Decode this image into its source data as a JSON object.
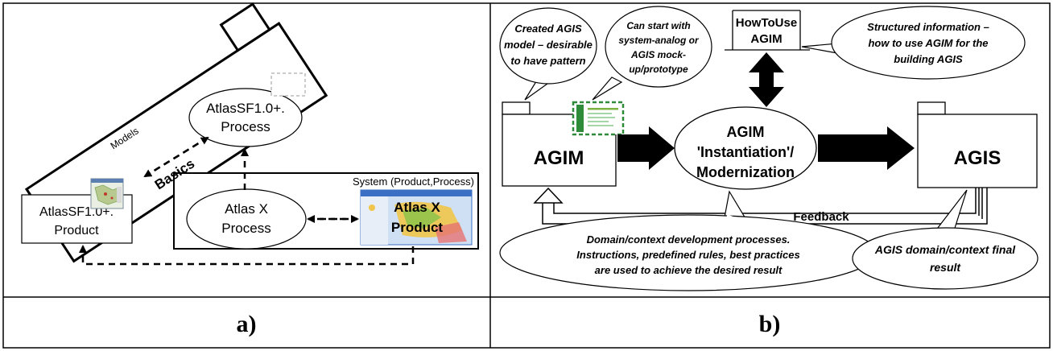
{
  "figure": {
    "caption_a": "a)",
    "caption_b": "b)"
  },
  "panel_a": {
    "models_label": "Models",
    "system_label": "System (Product,Process)",
    "sf_process": [
      "AtlasSF1.0+.",
      "Process"
    ],
    "sf_product": [
      "AtlasSF1.0+.",
      "Product"
    ],
    "atlas_process": [
      "Atlas X",
      "Process"
    ],
    "atlas_product": [
      "Atlas X",
      "Product"
    ],
    "basics_label": "Basics",
    "colors": {
      "line": "#000000",
      "placeholder": "#999999",
      "map_green": "#7da65a",
      "screen_blue": "#3a6fc4"
    }
  },
  "panel_b": {
    "bubble_created": [
      "Created AGIS",
      "model – desirable",
      "to have pattern"
    ],
    "bubble_start": [
      "Can start with",
      "system-analog or",
      "AGIS mock-",
      "up/prototype"
    ],
    "howto": [
      "HowToUse",
      "AGIM"
    ],
    "bubble_structured": [
      "Structured information –",
      "how to use AGIM for the",
      "building AGIS"
    ],
    "agim": "AGIM",
    "center": [
      "AGIM",
      "'Instantiation'/",
      "Modernization"
    ],
    "agis": "AGIS",
    "feedback": "Feedback",
    "bubble_domain": [
      "Domain/context development processes.",
      "Instructions, predefined rules, best practices",
      "are used to achieve the desired result"
    ],
    "bubble_final": [
      "AGIS domain/context final",
      "result"
    ],
    "colors": {
      "line": "#000000",
      "thumb_green": "#2e8b3a"
    }
  }
}
